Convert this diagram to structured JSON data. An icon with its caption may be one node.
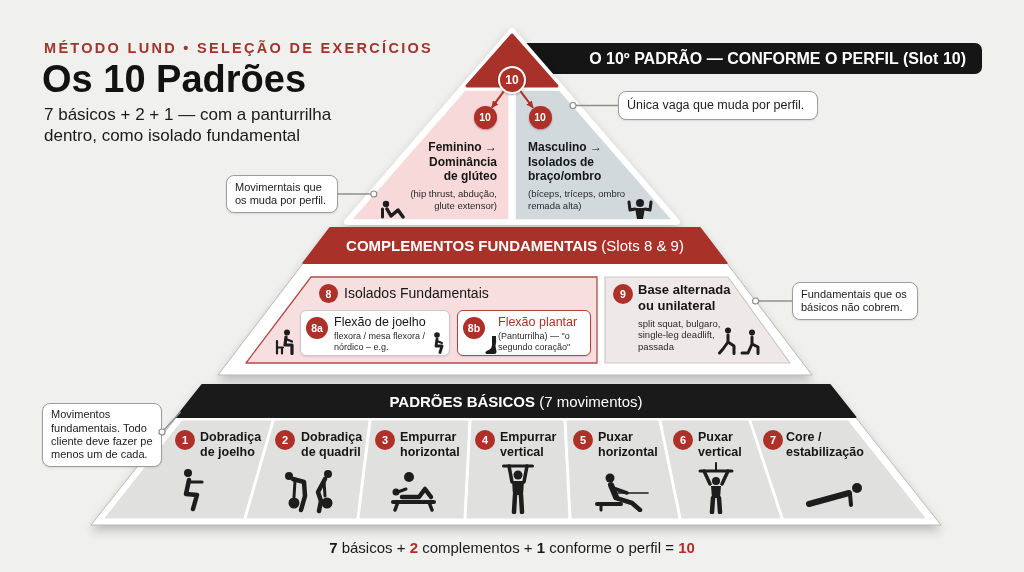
{
  "diagram": {
    "title": "Os 10 Padrões",
    "nodes": [
      {
        "text": [
          "O 10º PADRÃO — CONFORME O PERFIL (Slot 10)"
        ]
      },
      {
        "text": [
          "10"
        ]
      },
      {
        "text": [
          "Feminino → Dominância de glúteo",
          "(hip thrust, abdução, glute extensor)"
        ]
      },
      {
        "text": [
          "10"
        ],
        "in": 2
      },
      {
        "text": [
          "Masculino → Isolados de braço/ombro",
          "(bíceps, tríceps, ombro remada alta)"
        ]
      },
      {
        "text": [
          "10"
        ],
        "in": 4
      },
      {
        "text": [
          "Movimerntais que os muda por perfil."
        ]
      },
      {
        "text": [
          "Única vaga que muda por perfil."
        ]
      },
      {
        "text": [
          "**COMPLEMENTOS FUNDAMENTAIS** (Slots 8 & 9)"
        ]
      },
      {
        "text": [
          "8",
          "Isolados Fundamentais"
        ],
        "in": 8
      },
      {
        "text": [
          "8a",
          "Flexão de joelho",
          "flexora / mesa flexora / nórdico – e.g."
        ],
        "in": 9
      },
      {
        "text": [
          "8b",
          "Flexão plantar",
          "(Panturrilha) — \"o segundo coração\""
        ],
        "in": 9
      },
      {
        "text": [
          "9",
          "Base alternada ou unilateral",
          "split squat, bulgaro, single-leg deadlift, passada"
        ],
        "in": 8
      },
      {
        "text": [
          "Fundamentais que os básicos não cobrem."
        ]
      },
      {
        "text": [
          "**PADRÕES BÁSICOS** (7 movimentos)"
        ]
      },
      {
        "text": [
          "1",
          "Dobradiça de joelho"
        ],
        "in": 14
      },
      {
        "text": [
          "2",
          "Dobradiça de quadril"
        ],
        "in": 14
      },
      {
        "text": [
          "3",
          "Empurrar horizontal"
        ],
        "in": 14
      },
      {
        "text": [
          "4",
          "Empurrar vertical"
        ],
        "in": 14
      },
      {
        "text": [
          "5",
          "Puxar horizontal"
        ],
        "in": 14
      },
      {
        "text": [
          "6",
          "Puxar vertical"
        ],
        "in": 14
      },
      {
        "text": [
          "7",
          "Core / estabilização"
        ],
        "in": 14
      },
      {
        "text": [
          "Movimentos fundamentais. Todo cliente deve fazer pe menos um de cada."
        ]
      }
    ],
    "edges": [
      {
        "from": 1,
        "to": 3,
        "arrow": "to",
        "color": "#ad3029"
      },
      {
        "from": 1,
        "to": 5,
        "arrow": "to",
        "color": "#ad3029"
      },
      {
        "from": 6,
        "to": 2,
        "arrow": "other"
      },
      {
        "from": 7,
        "to": 4,
        "arrow": "other"
      },
      {
        "from": 13,
        "to": 8,
        "arrow": "other"
      },
      {
        "from": 14,
        "to": 22,
        "arrow": "other"
      }
    ],
    "labels": [
      "MÉTODO LUND • SELEÇÃO DE EXERCÍCIOS",
      "7 básicos + 2 + 1 — com a panturrilha dentro, como isolado fundamental",
      "**7** básicos + **2** complementos + **1** conforme o perfil = **10**"
    ]
  }
}
